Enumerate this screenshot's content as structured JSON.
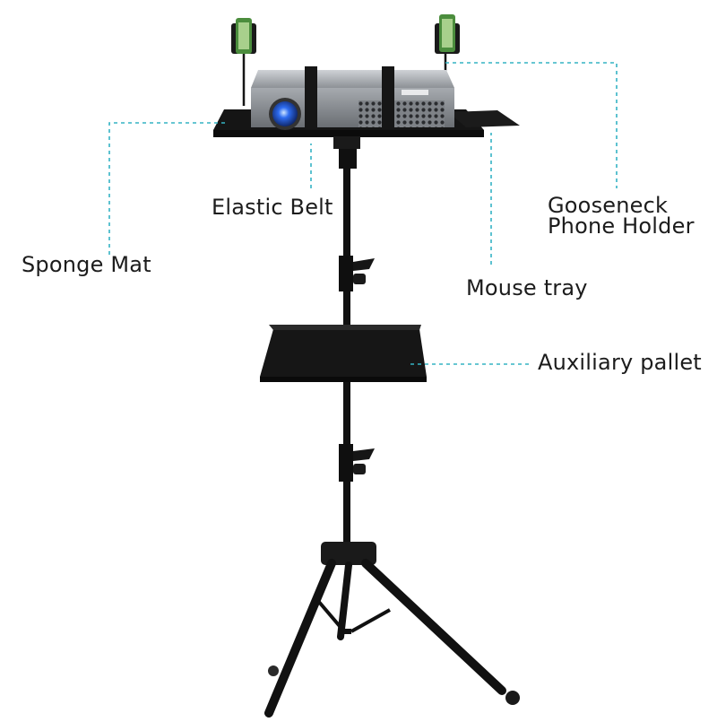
{
  "callouts": {
    "elastic_belt": "Elastic Belt",
    "gooseneck_line1": "Gooseneck",
    "gooseneck_line2": "Phone Holder",
    "sponge_mat": "Sponge Mat",
    "mouse_tray": "Mouse tray",
    "auxiliary_pallet": "Auxiliary pallet"
  },
  "colors": {
    "leader_line": "#35b3c4",
    "stand_metal": "#111111",
    "projector_body": "#9a9ea3",
    "lens_blue": "#1f4fd1"
  }
}
